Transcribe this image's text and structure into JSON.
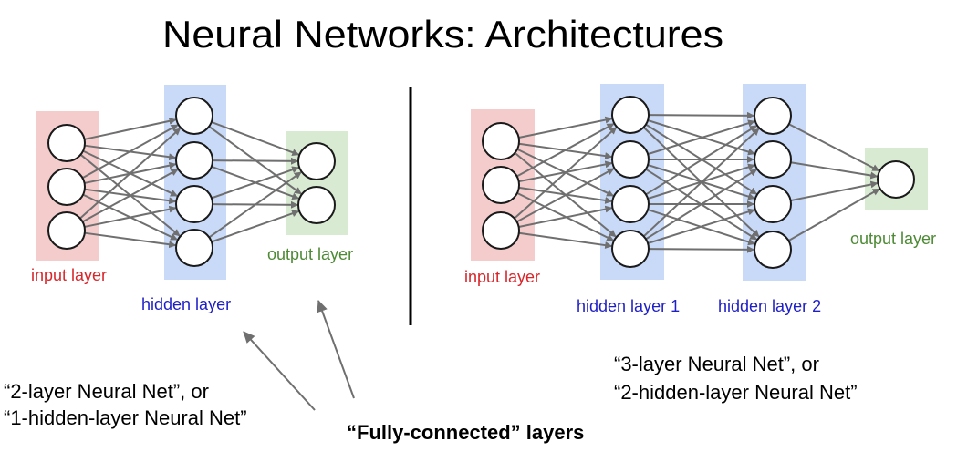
{
  "title": "Neural Networks: Architectures",
  "colors": {
    "input": "#f4cccc",
    "hidden": "#c9daf8",
    "output": "#d9ead3",
    "input_text": "#d8262a",
    "hidden_text": "#1f1fc6",
    "output_text": "#4d8a34",
    "edge": "#6f6f6f"
  },
  "networks": [
    {
      "id": "two-layer",
      "layers": [
        {
          "role": "input",
          "label": "input layer",
          "neurons": 3
        },
        {
          "role": "hidden",
          "label": "hidden layer",
          "neurons": 4
        },
        {
          "role": "output",
          "label": "output layer",
          "neurons": 2
        }
      ],
      "caption": [
        "“2-layer Neural Net”, or",
        "“1-hidden-layer Neural Net”"
      ]
    },
    {
      "id": "three-layer",
      "layers": [
        {
          "role": "input",
          "label": "input layer",
          "neurons": 3
        },
        {
          "role": "hidden",
          "label": "hidden layer 1",
          "neurons": 4
        },
        {
          "role": "hidden",
          "label": "hidden layer 2",
          "neurons": 4
        },
        {
          "role": "output",
          "label": "output layer",
          "neurons": 1
        }
      ],
      "caption": [
        "“3-layer Neural Net”, or",
        "“2-hidden-layer Neural Net”"
      ]
    }
  ],
  "annotation": "“Fully-connected” layers"
}
